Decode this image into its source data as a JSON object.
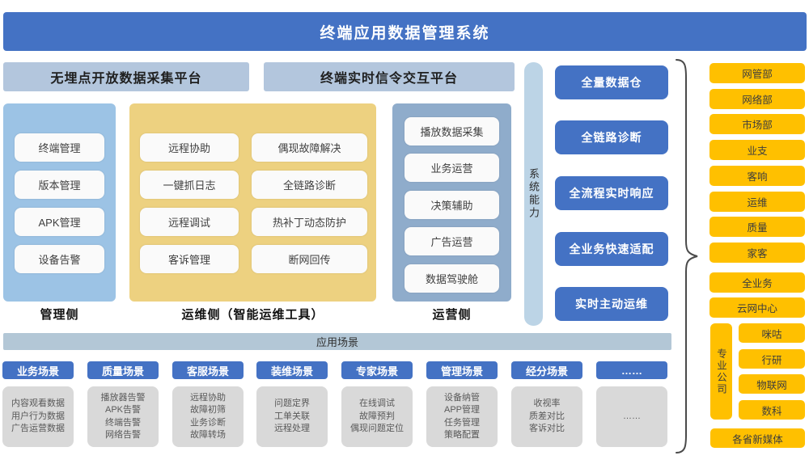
{
  "title": "终端应用数据管理系统",
  "platforms": {
    "left": "无埋点开放数据采集平台",
    "right": "终端实时信令交互平台"
  },
  "columns": {
    "management": {
      "label": "管理侧",
      "items": [
        "终端管理",
        "版本管理",
        "APK管理",
        "设备告警"
      ]
    },
    "om": {
      "label": "运维侧（智能运维工具）",
      "items_left": [
        "远程协助",
        "一键抓日志",
        "远程调试",
        "客诉管理"
      ],
      "items_right": [
        "偶现故障解决",
        "全链路诊断",
        "热补丁动态防护",
        "断网回传"
      ]
    },
    "operations": {
      "label": "运营侧",
      "items": [
        "播放数据采集",
        "业务运营",
        "决策辅助",
        "广告运营",
        "数据驾驶舱"
      ]
    }
  },
  "system_capability": {
    "label": "系统能力",
    "buttons": [
      "全量数据仓",
      "全链路诊断",
      "全流程实时响应",
      "全业务快速适配",
      "实时主动运维"
    ]
  },
  "departments": {
    "items": [
      "网管部",
      "网络部",
      "市场部",
      "业支",
      "客响",
      "运维",
      "质量",
      "家客",
      "全业务",
      "云网中心"
    ],
    "group": {
      "label": "专业公司",
      "items": [
        "咪咕",
        "行研",
        "物联网",
        "数科"
      ]
    },
    "footer": "各省新媒体"
  },
  "application": {
    "bar_label": "应用场景",
    "scenarios": [
      {
        "name": "业务场景",
        "details": [
          "内容观看数据",
          "用户行为数据",
          "广告运营数据"
        ]
      },
      {
        "name": "质量场景",
        "details": [
          "播放器告警",
          "APK告警",
          "终端告警",
          "网络告警"
        ]
      },
      {
        "name": "客服场景",
        "details": [
          "远程协助",
          "故障初筛",
          "业务诊断",
          "故障转场"
        ]
      },
      {
        "name": "装维场景",
        "details": [
          "问题定界",
          "工单关联",
          "远程处理"
        ]
      },
      {
        "name": "专家场景",
        "details": [
          "在线调试",
          "故障预判",
          "偶现问题定位"
        ]
      },
      {
        "name": "管理场景",
        "details": [
          "设备纳管",
          "APP管理",
          "任务管理",
          "策略配置"
        ]
      },
      {
        "name": "经分场景",
        "details": [
          "收视率",
          "质差对比",
          "客诉对比"
        ]
      },
      {
        "name": "……",
        "details": [
          "……"
        ]
      }
    ]
  },
  "colors": {
    "primary_blue": "#4472C4",
    "header_steel": "#B3C6DD",
    "panel_blue_light": "#9CC3E5",
    "panel_yellow": "#EDD180",
    "panel_blue_gray": "#8FACCB",
    "capability_bar": "#BCD4E6",
    "scenario_bar": "#B3C7D6",
    "dept_yellow": "#FFC000",
    "detail_gray": "#D9D9D9"
  }
}
